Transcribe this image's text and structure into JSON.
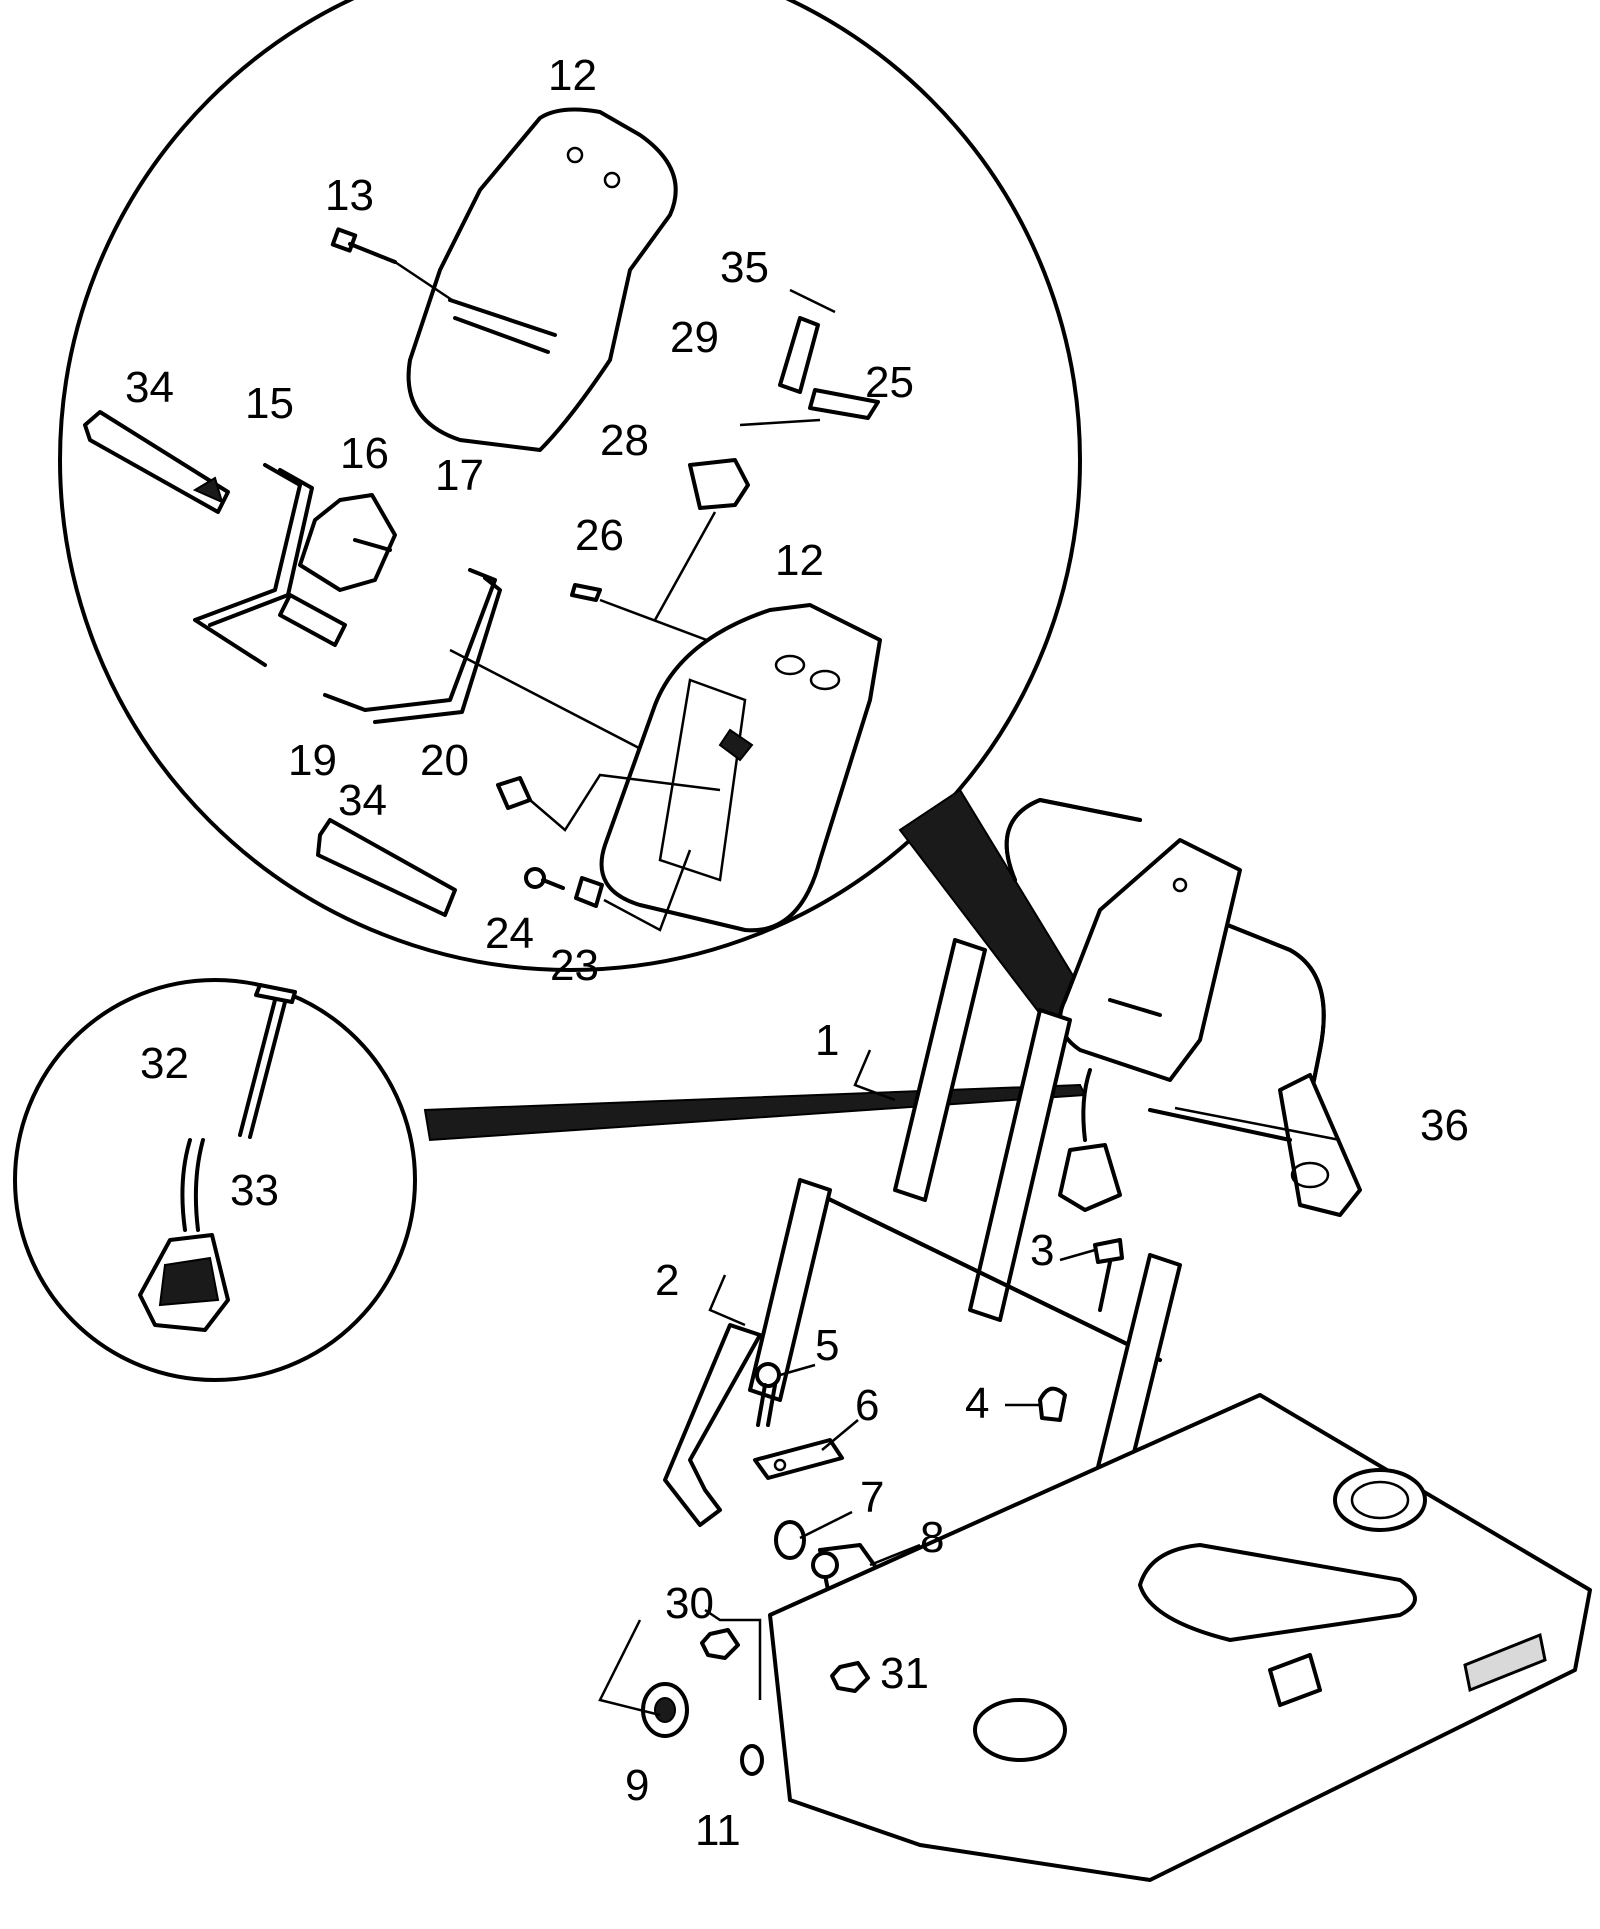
{
  "callouts": [
    {
      "id": "1",
      "text": "1"
    },
    {
      "id": "2",
      "text": "2"
    },
    {
      "id": "3",
      "text": "3"
    },
    {
      "id": "4",
      "text": "4"
    },
    {
      "id": "5",
      "text": "5"
    },
    {
      "id": "6",
      "text": "6"
    },
    {
      "id": "7",
      "text": "7"
    },
    {
      "id": "8",
      "text": "8"
    },
    {
      "id": "9",
      "text": "9"
    },
    {
      "id": "11",
      "text": "11"
    },
    {
      "id": "12a",
      "text": "12"
    },
    {
      "id": "12b",
      "text": "12"
    },
    {
      "id": "13",
      "text": "13"
    },
    {
      "id": "15",
      "text": "15"
    },
    {
      "id": "16",
      "text": "16"
    },
    {
      "id": "17",
      "text": "17"
    },
    {
      "id": "19",
      "text": "19"
    },
    {
      "id": "20",
      "text": "20"
    },
    {
      "id": "23",
      "text": "23"
    },
    {
      "id": "24",
      "text": "24"
    },
    {
      "id": "25",
      "text": "25"
    },
    {
      "id": "26",
      "text": "26"
    },
    {
      "id": "28",
      "text": "28"
    },
    {
      "id": "29",
      "text": "29"
    },
    {
      "id": "30",
      "text": "30"
    },
    {
      "id": "31",
      "text": "31"
    },
    {
      "id": "32",
      "text": "32"
    },
    {
      "id": "33",
      "text": "33"
    },
    {
      "id": "34a",
      "text": "34"
    },
    {
      "id": "34b",
      "text": "34"
    },
    {
      "id": "35",
      "text": "35"
    },
    {
      "id": "36",
      "text": "36"
    }
  ]
}
